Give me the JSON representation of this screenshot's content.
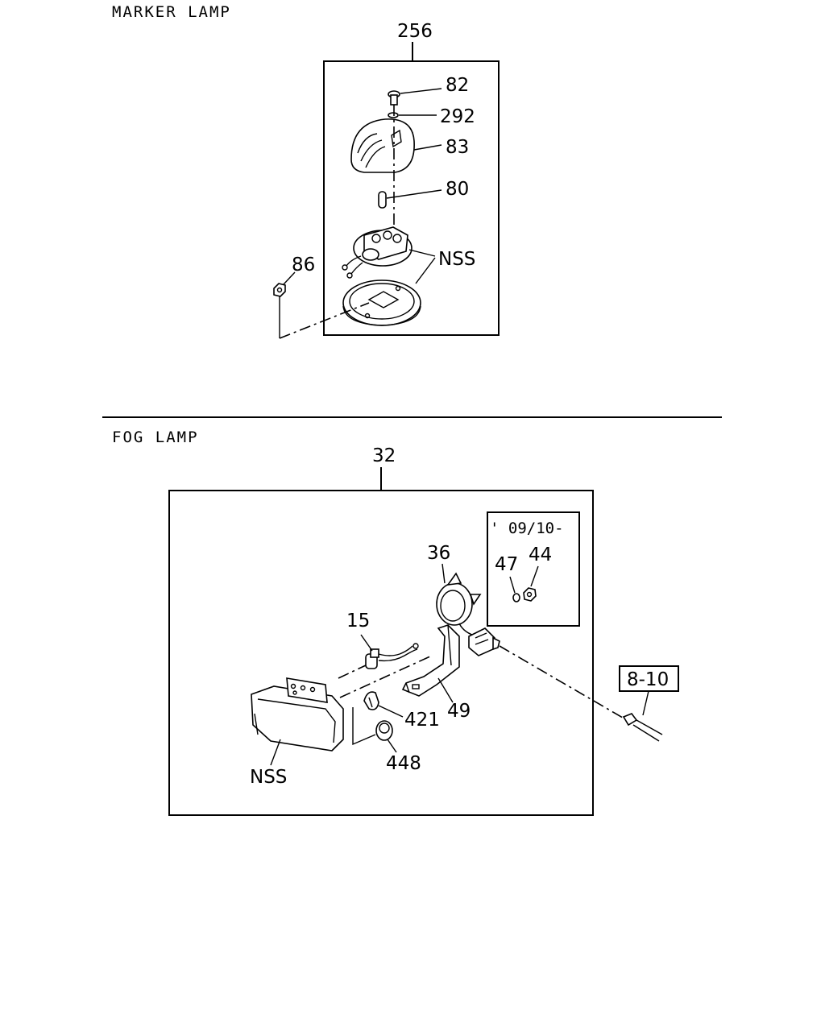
{
  "marker_lamp": {
    "title": "MARKER LAMP",
    "assembly_ref": "256",
    "callouts": {
      "screw": "82",
      "washer": "292",
      "lens": "83",
      "bulb": "80",
      "nut": "86",
      "nss": "NSS"
    }
  },
  "fog_lamp": {
    "title": "FOG LAMP",
    "assembly_ref": "32",
    "inset_label": "' 09/10-",
    "callouts": {
      "cover": "36",
      "washer": "47",
      "nut": "44",
      "bulb": "15",
      "clip": "421",
      "bracket": "49",
      "grommet": "448",
      "lamp_body": "NSS",
      "wiring_ref": "8-10"
    }
  }
}
